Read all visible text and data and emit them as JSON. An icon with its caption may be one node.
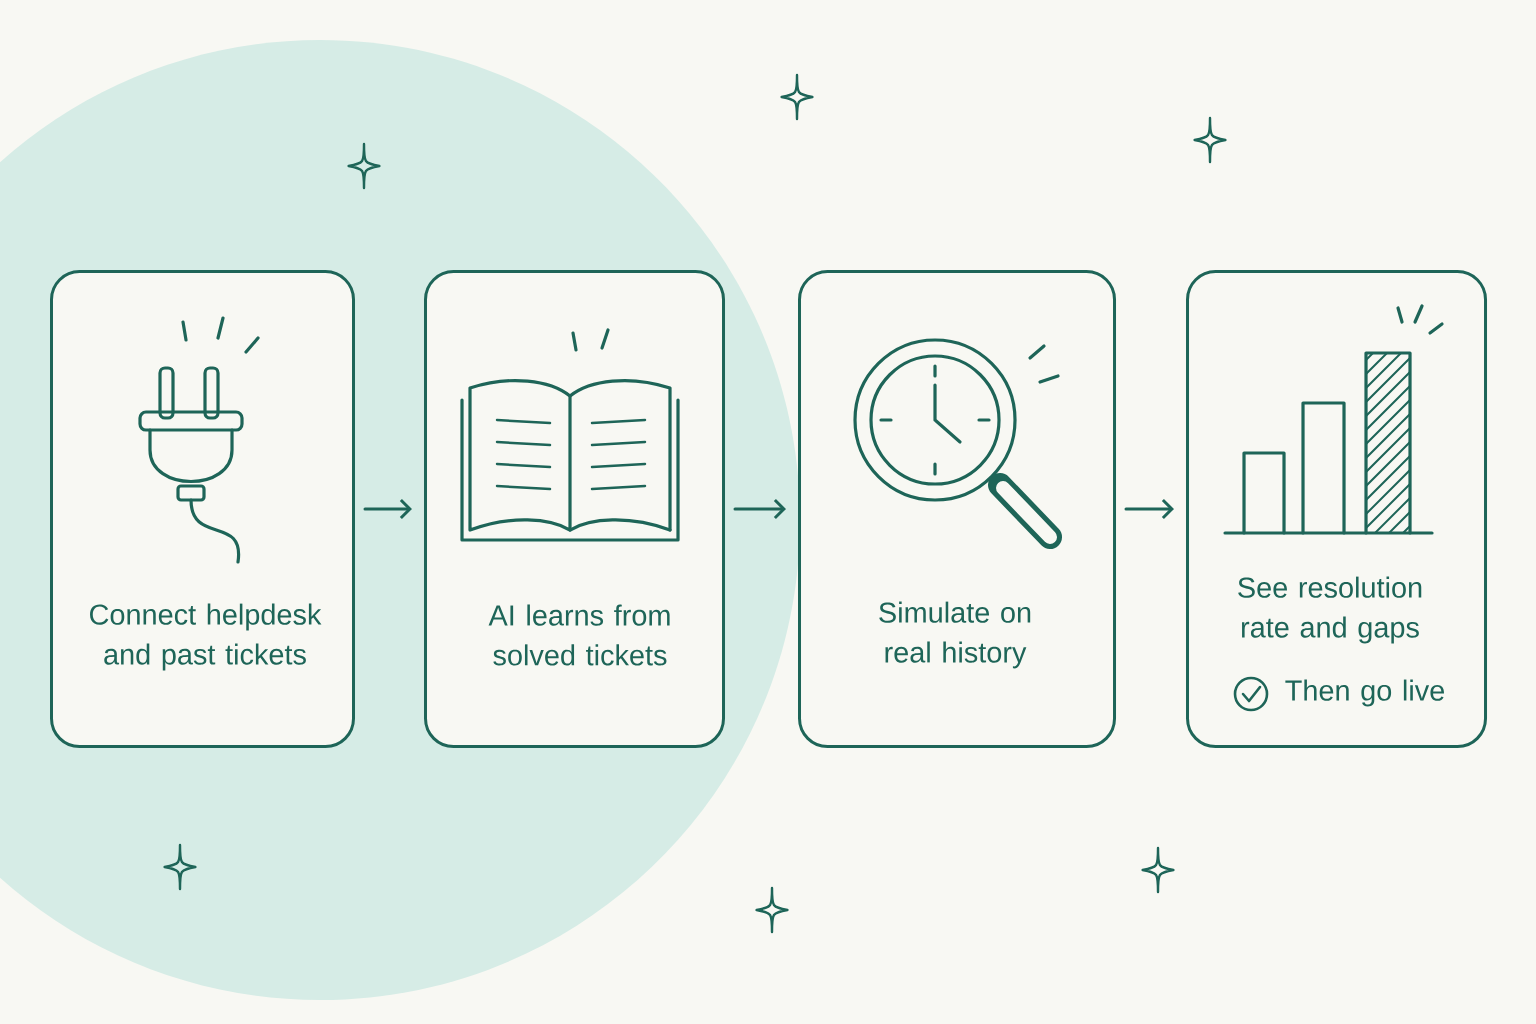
{
  "diagram": {
    "nodes": [
      {
        "text": [
          "Connect helpdesk and past tickets"
        ]
      },
      {
        "text": [
          "AI learns from solved tickets"
        ]
      },
      {
        "text": [
          "Simulate on real history"
        ]
      },
      {
        "text": [
          "See resolution rate and gaps",
          "Then go live"
        ]
      }
    ],
    "edges": [
      {
        "from": 0,
        "to": 1,
        "arrow": "to"
      },
      {
        "from": 1,
        "to": 2,
        "arrow": "to"
      },
      {
        "from": 2,
        "to": 3,
        "arrow": "to"
      }
    ]
  }
}
